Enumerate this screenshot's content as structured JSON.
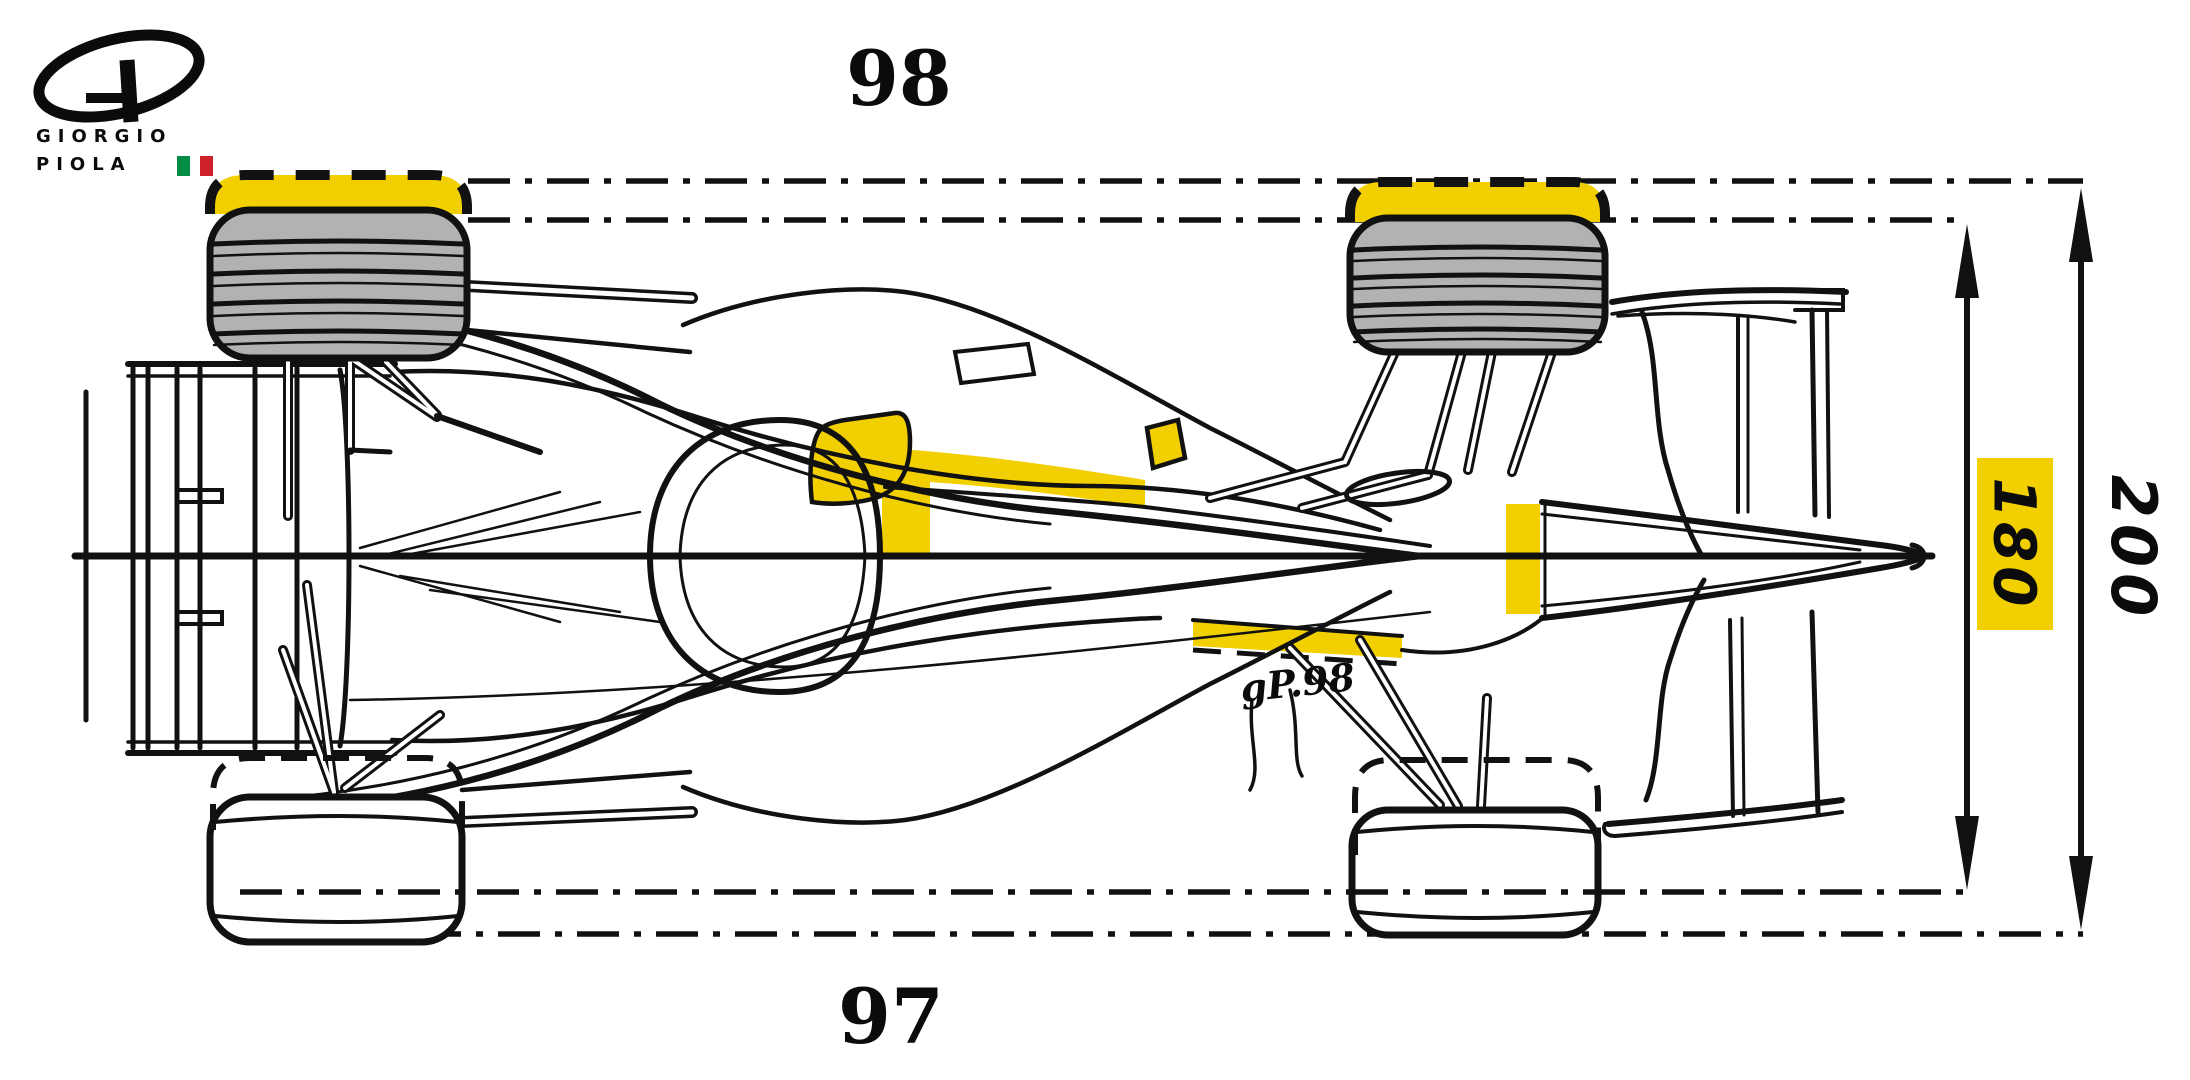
{
  "logo": {
    "line1": "GIORGIO",
    "line2": "PIOLA",
    "monogram_icon": "gp-monogram-icon",
    "flag_icon": "italian-flag-icon",
    "flag_colors": [
      "#008C45",
      "#FFFFFF",
      "#CD212A"
    ]
  },
  "labels": {
    "top_year": "98",
    "bottom_year": "97",
    "inner_width": "180",
    "outer_width": "200"
  },
  "signature": "gP.98",
  "colors": {
    "highlight_yellow": "#F2CF00",
    "tire_gray": "#B2B2B2",
    "ink": "#111111",
    "background": "#FFFFFF"
  },
  "diagram": {
    "type": "technical-top-view",
    "top_half": "1998 car, width 180, grooved tires (gray), changes highlighted yellow",
    "bottom_half": "1997 car, width 200, slick tires (white), 1998 positions shown dashed"
  }
}
